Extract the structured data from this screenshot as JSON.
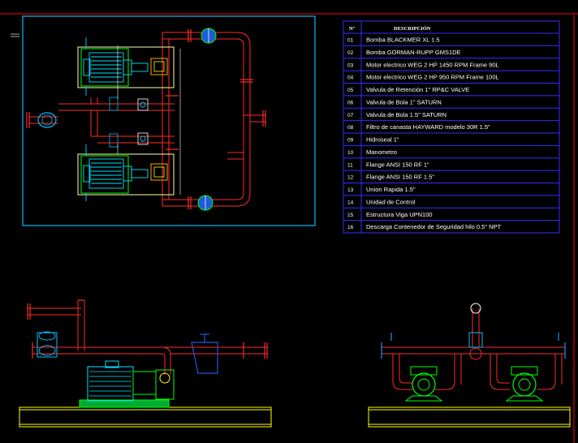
{
  "colors": {
    "background": "#000000",
    "frame_red": "#ff0000",
    "border_cyan": "#00bfff",
    "table_blue": "#3030ff",
    "pipe_red": "#ff2a2a",
    "motor_cyan": "#00e5ff",
    "motor_green": "#00ff00",
    "base_yellow": "#ffff00",
    "valve_blue": "#1e90ff"
  },
  "table": {
    "header_num": "Nº",
    "header_desc": "DESCRIPCIÓN",
    "rows": [
      {
        "num": "01",
        "desc": "Bomba BLACKMER  XL 1.5"
      },
      {
        "num": "02",
        "desc": "Bomba GORMAN-RUPP GMS1DE"
      },
      {
        "num": "03",
        "desc": "Motor electrico WEG 2 HP 1450 RPM Frame 90L"
      },
      {
        "num": "04",
        "desc": "Motor electrico WEG 2 HP 950 RPM Frame 100L"
      },
      {
        "num": "05",
        "desc": "Valvula de Retención 1\" RP&C VALVE"
      },
      {
        "num": "06",
        "desc": "Valvula de Bola 1\" SATURN"
      },
      {
        "num": "07",
        "desc": "Valvula de Bola 1.5\" SATURN"
      },
      {
        "num": "08",
        "desc": "Filtro de canasta HAYWARD modelo 30R 1.5\""
      },
      {
        "num": "09",
        "desc": "Hidroseal 1\""
      },
      {
        "num": "10",
        "desc": "Manometro"
      },
      {
        "num": "11",
        "desc": "Flange ANSI 150 RF 1\""
      },
      {
        "num": "12",
        "desc": "Flange ANSI 150 RF 1.5\""
      },
      {
        "num": "13",
        "desc": "Union Rapida 1.5\""
      },
      {
        "num": "14",
        "desc": "Unidad de Control"
      },
      {
        "num": "15",
        "desc": "Estructura Viga UPN100"
      },
      {
        "num": "16",
        "desc": "Descarga Contenedor de Seguridad hilo 0.5\" NPT"
      }
    ]
  }
}
